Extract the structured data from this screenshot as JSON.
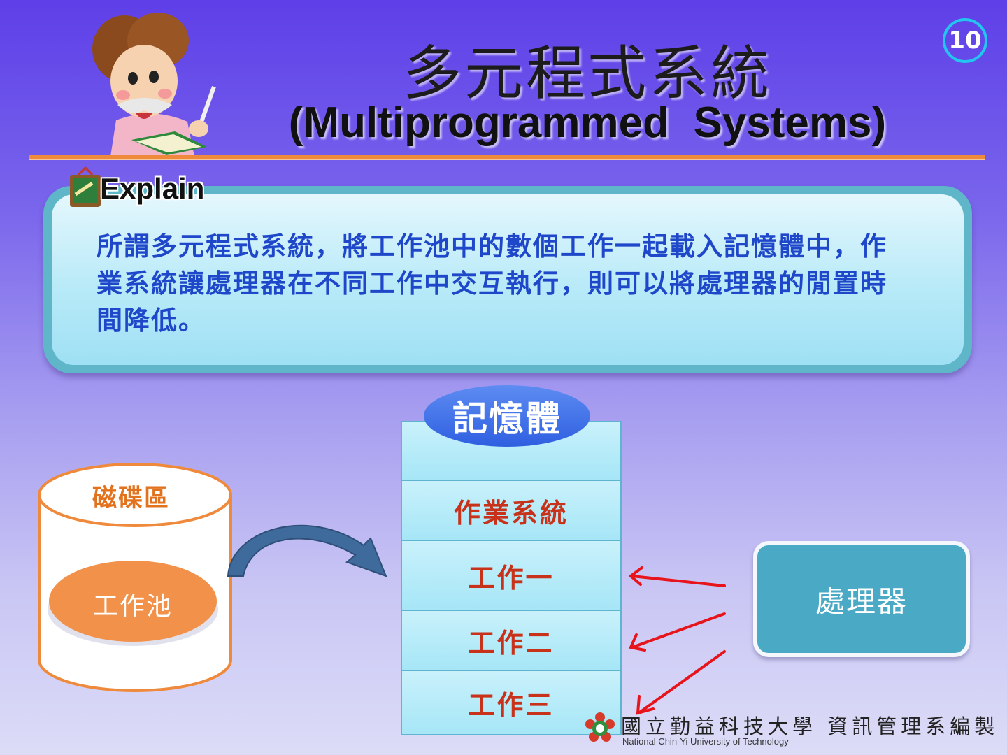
{
  "header": {
    "page_number": "10",
    "title_zh": "多元程式系統",
    "title_en": "(Multiprogrammed  Systems)"
  },
  "explain": {
    "badge_label": "Explain",
    "text": "所謂多元程式系統，將工作池中的數個工作一起載入記憶體中，作業系統讓處理器在不同工作中交互執行，則可以將處理器的閒置時間降低。"
  },
  "diagram": {
    "disk": {
      "label": "磁碟區",
      "pool_label": "工作池"
    },
    "memory": {
      "title": "記憶體",
      "slots": [
        "",
        "作業系統",
        "工作一",
        "工作二",
        "工作三"
      ]
    },
    "processor": {
      "label": "處理器"
    }
  },
  "footer": {
    "school": "國立勤益科技大學 資訊管理系編製",
    "school_en": "National Chin-Yi University of Technology"
  },
  "colors": {
    "accent_orange": "#ef8a3c",
    "text_blue": "#1f47c9",
    "memory_label_red": "#c8321a",
    "processor_teal": "#4aa9c4",
    "arrow_red": "#e8141c"
  }
}
